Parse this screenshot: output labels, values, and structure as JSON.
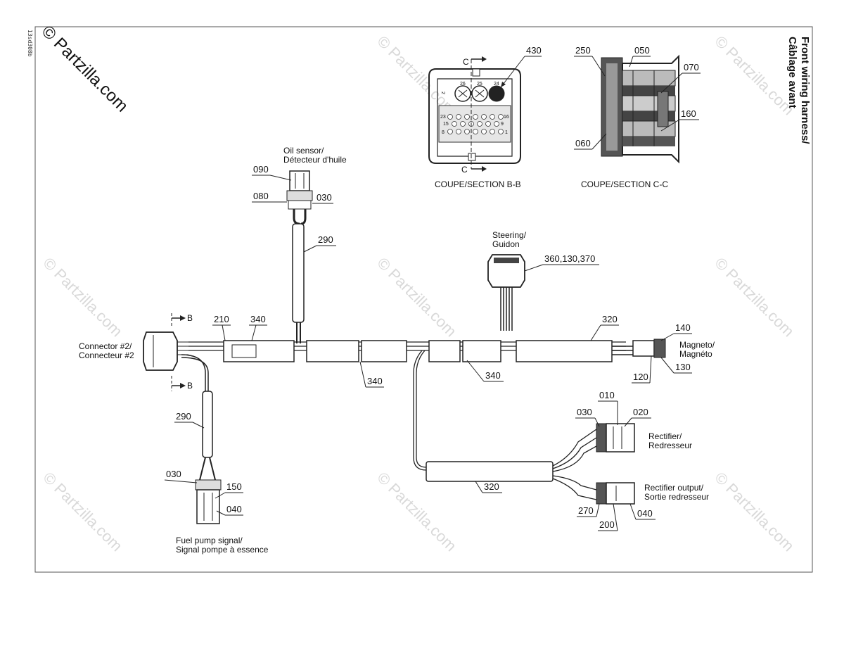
{
  "title": [
    "Front wiring harness/",
    "Câblage avant"
  ],
  "figure_ref": "13sd308b",
  "copyright": "© Partzilla.com",
  "watermark": "© Partzilla.com",
  "sections": {
    "b": "COUPE/SECTION B-B",
    "c": "COUPE/SECTION C-C"
  },
  "section_marks": {
    "b": "B",
    "c": "C"
  },
  "connector_pins": [
    "26",
    "25",
    "24",
    "2",
    "23",
    "16",
    "15",
    "9",
    "8",
    "1"
  ],
  "components": {
    "oil_sensor": [
      "Oil sensor/",
      "Détecteur d'huile"
    ],
    "steering": [
      "Steering/",
      "Guidon"
    ],
    "connector2": [
      "Connector #2/",
      "Connecteur #2"
    ],
    "magneto": [
      "Magneto/",
      "Magnéto"
    ],
    "rectifier": [
      "Rectifier/",
      "Redresseur"
    ],
    "rectifier_output": [
      "Rectifier output/",
      "Sortie redresseur"
    ],
    "fuel_pump": [
      "Fuel pump signal/",
      "Signal pompe à essence"
    ]
  },
  "part_numbers": {
    "p430": "430",
    "p250": "250",
    "p050": "050",
    "p070": "070",
    "p160": "160",
    "p060": "060",
    "p090": "090",
    "p080": "080",
    "p030_oil": "030",
    "p290_top": "290",
    "p360": "360,130,370",
    "p210": "210",
    "p340_top": "340",
    "p340_mid": "340",
    "p340_right": "340",
    "p320_top": "320",
    "p140": "140",
    "p130": "130",
    "p120": "120",
    "p290_left": "290",
    "p030_fuel": "030",
    "p150": "150",
    "p040_fuel": "040",
    "p010": "010",
    "p030_rect": "030",
    "p020": "020",
    "p320_bottom": "320",
    "p270": "270",
    "p200": "200",
    "p040_rect": "040"
  }
}
